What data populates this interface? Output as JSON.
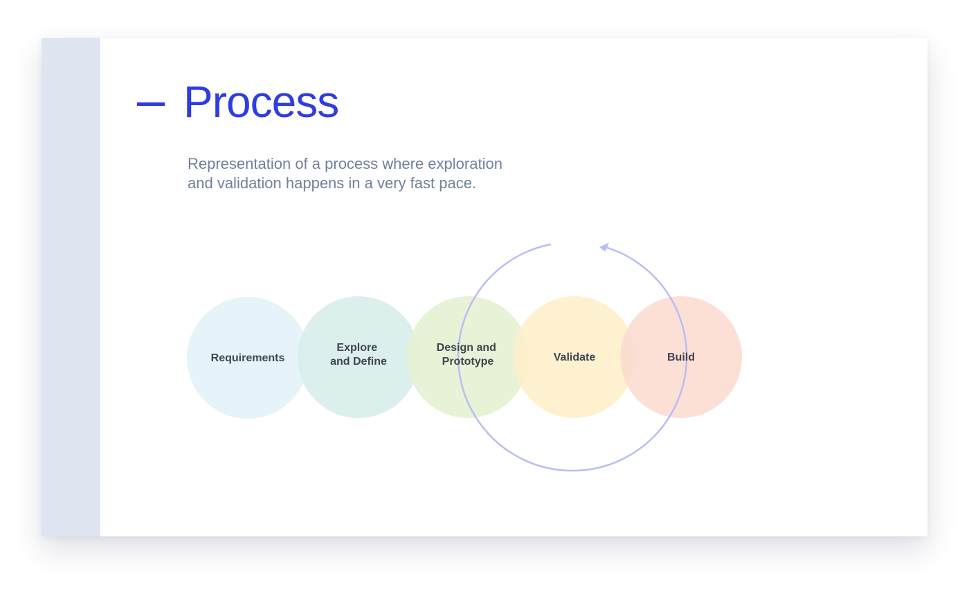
{
  "slide": {
    "title": "Process",
    "subtitle_lines": [
      "Representation of a process where exploration",
      "and validation happens in a very fast pace."
    ]
  },
  "diagram": {
    "stages": [
      {
        "label_lines": [
          "Requirements"
        ],
        "color": "#e4f3f9"
      },
      {
        "label_lines": [
          "Explore",
          "and Define"
        ],
        "color": "#d8eeeb"
      },
      {
        "label_lines": [
          "Design and",
          "Prototype"
        ],
        "color": "#e5f1d2"
      },
      {
        "label_lines": [
          "Validate"
        ],
        "color": "#fef0cb"
      },
      {
        "label_lines": [
          "Build"
        ],
        "color": "#fcdcd1"
      }
    ],
    "cycle_arrow_color": "#b9bdf5"
  },
  "colors": {
    "accent": "#2f3de0",
    "sidebar": "#dfe6f1",
    "subtitle_text": "#6f819b",
    "label_text": "#3f4650"
  }
}
